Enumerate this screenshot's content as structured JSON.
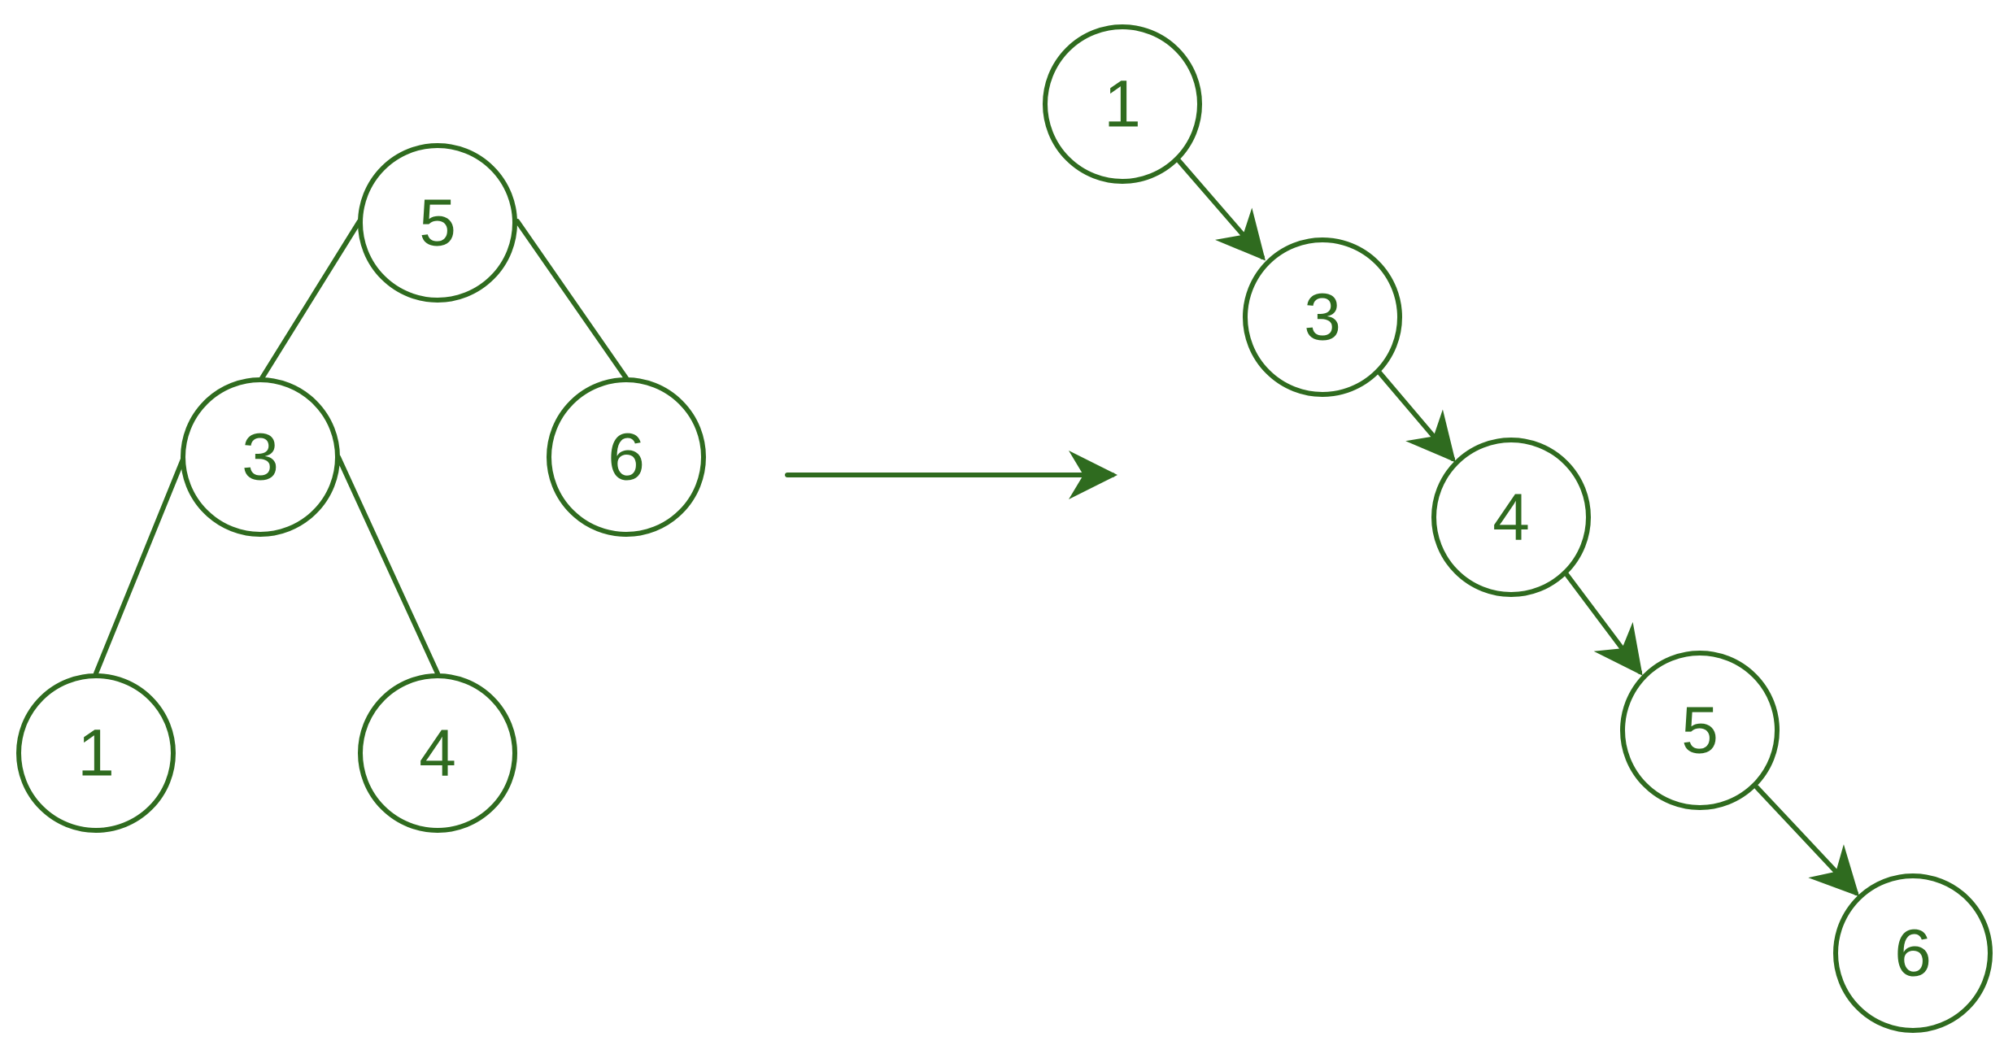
{
  "colors": {
    "stroke": "#2f6b1f",
    "background": "#ffffff"
  },
  "tree": {
    "nodes": [
      {
        "id": "t5",
        "label": "5"
      },
      {
        "id": "t3",
        "label": "3"
      },
      {
        "id": "t6",
        "label": "6"
      },
      {
        "id": "t1",
        "label": "1"
      },
      {
        "id": "t4",
        "label": "4"
      }
    ],
    "edges": [
      {
        "from": "t5",
        "to": "t3"
      },
      {
        "from": "t5",
        "to": "t6"
      },
      {
        "from": "t3",
        "to": "t1"
      },
      {
        "from": "t3",
        "to": "t4"
      }
    ]
  },
  "transform_arrow": {
    "icon": "right-arrow-icon"
  },
  "list": {
    "nodes": [
      {
        "id": "l1",
        "label": "1"
      },
      {
        "id": "l3",
        "label": "3"
      },
      {
        "id": "l4",
        "label": "4"
      },
      {
        "id": "l5",
        "label": "5"
      },
      {
        "id": "l6",
        "label": "6"
      }
    ],
    "edges": [
      {
        "from": "l1",
        "to": "l3"
      },
      {
        "from": "l3",
        "to": "l4"
      },
      {
        "from": "l4",
        "to": "l5"
      },
      {
        "from": "l5",
        "to": "l6"
      }
    ]
  }
}
